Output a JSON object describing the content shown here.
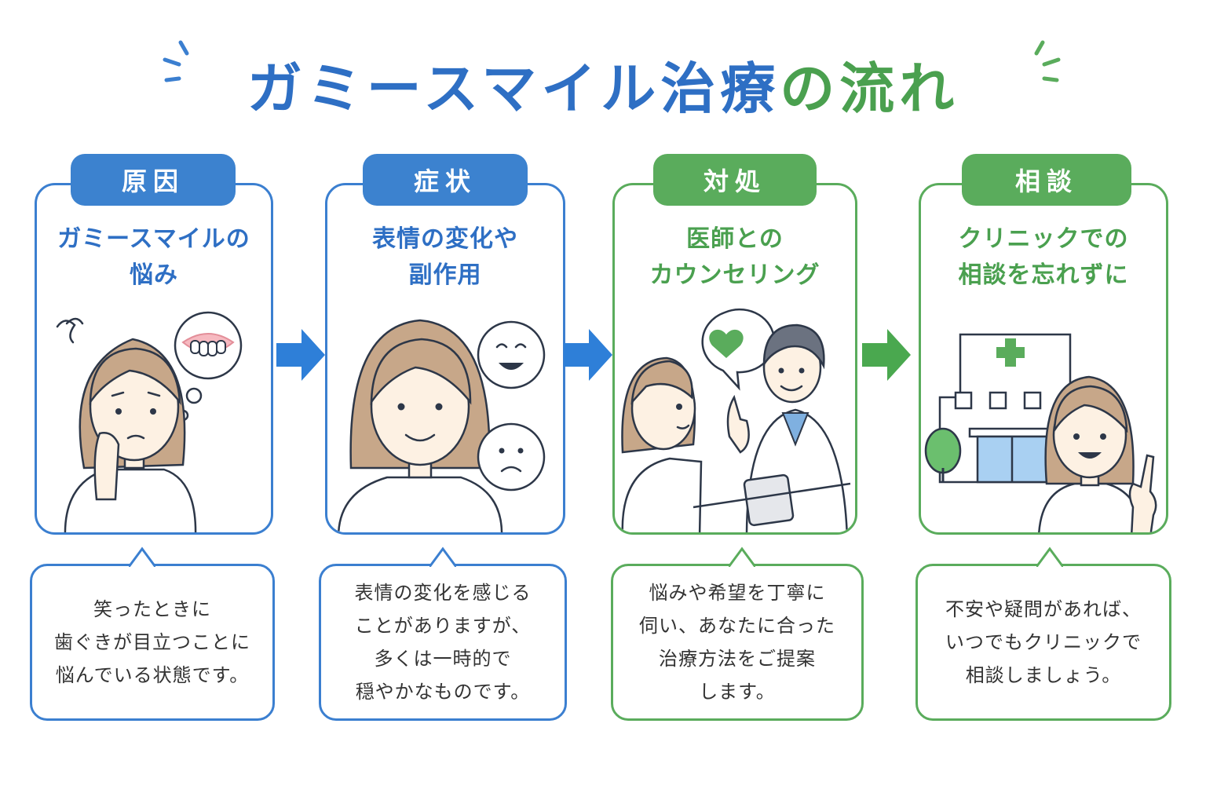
{
  "title": {
    "main": "ガミースマイル治療",
    "accent": "の流れ"
  },
  "colors": {
    "blue": "#3c82cf",
    "green": "#5aac5c",
    "skin": "#fdf1e3",
    "hair": "#c7a789"
  },
  "steps": [
    {
      "badge": "原因",
      "heading_l1": "ガミースマイルの",
      "heading_l2": "悩み",
      "text": "笑ったときに\n歯ぐきが目立つことに\n悩んでいる状態です。"
    },
    {
      "badge": "症状",
      "heading_l1": "表情の変化や",
      "heading_l2": "副作用",
      "text": "表情の変化を感じる\nことがありますが、\n多くは一時的で\n穏やかなものです。"
    },
    {
      "badge": "対処",
      "heading_l1": "医師との",
      "heading_l2": "カウンセリング",
      "text": "悩みや希望を丁寧に\n伺い、あなたに合った\n治療方法をご提案\nします。"
    },
    {
      "badge": "相談",
      "heading_l1": "クリニックでの",
      "heading_l2": "相談を忘れずに",
      "text": "不安や疑問があれば、\nいつでもクリニックで\n相談しましょう。"
    }
  ],
  "icons": [
    "worried-woman-icon",
    "teeth-thought-icon",
    "smiling-woman-icon",
    "happy-face-icon",
    "sad-face-icon",
    "heart-speech-icon",
    "doctor-icon",
    "patient-icon",
    "hospital-icon",
    "tree-icon",
    "pointing-woman-icon",
    "arrow-right-icon"
  ]
}
